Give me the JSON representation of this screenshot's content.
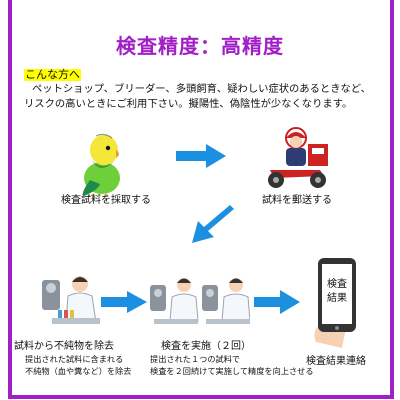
{
  "title": "検査精度：高精度",
  "intro": {
    "label": "こんな方へ",
    "line1": "ペットショップ、ブリーダー、多頭飼育、疑わしい症状のあるときなど、",
    "line2": "リスクの高いときにご利用下さい。擬陽性、偽陰性が少なくなります。"
  },
  "steps": {
    "collect": "検査試料を採取する",
    "mail": "試料を郵送する",
    "remove": "試料から不純物を除去",
    "remove_detail_1": "提出された試料に含まれる",
    "remove_detail_2": "不純物（血や糞など）を除去",
    "test": "検査を実施（２回）",
    "test_detail_1": "提出された１つの試料で",
    "test_detail_2": "検査を２回続けて実施して精度を向上させる",
    "result": "検査結果連絡",
    "phone_text_1": "検査",
    "phone_text_2": "結果"
  },
  "colors": {
    "accent": "#a11fc6",
    "highlight": "#ffff00",
    "arrow": "#1b8fe0"
  },
  "icons": [
    "budgie",
    "scooter-courier",
    "lab-researcher",
    "smartphone",
    "arrow-right",
    "arrow-down-left"
  ]
}
